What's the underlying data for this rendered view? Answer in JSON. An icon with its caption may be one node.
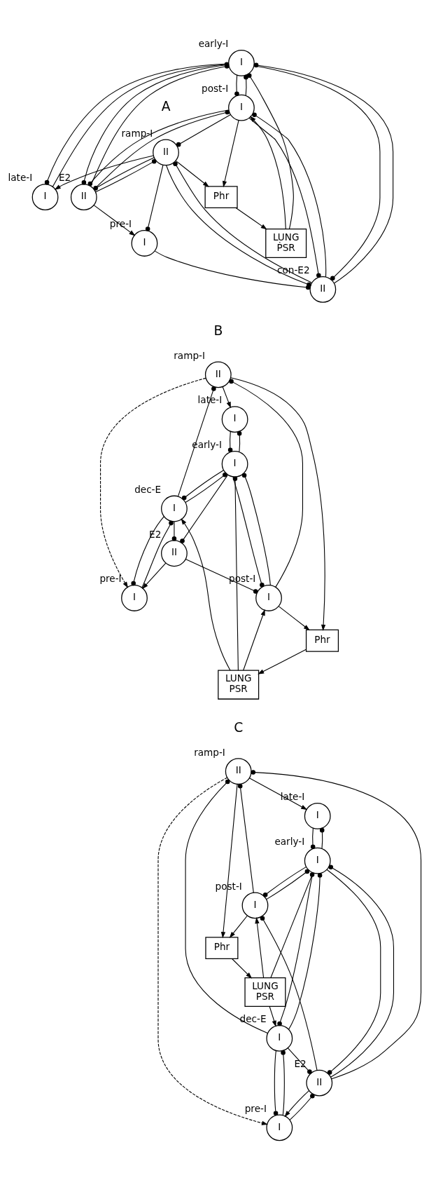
{
  "diagram": {
    "nodes": [
      {
        "text": [
          "I"
        ],
        "beside": [
          "early-I"
        ]
      },
      {
        "text": [
          "II"
        ],
        "beside": [
          "ramp-I"
        ]
      },
      {
        "text": [
          "I"
        ],
        "beside": [
          "late-I"
        ]
      },
      {
        "text": [
          "I"
        ],
        "beside": [
          "pre-I"
        ]
      },
      {
        "text": [
          "I"
        ],
        "beside": [
          "post-I"
        ]
      },
      {
        "text": [
          "II"
        ],
        "beside": [
          "E2"
        ]
      },
      {
        "text": [
          "II"
        ],
        "beside": [
          "con-E2"
        ]
      },
      {
        "text": [
          "Phr"
        ]
      },
      {
        "text": [
          "LUNG",
          "ṖSR"
        ]
      },
      {
        "text": [
          "I"
        ],
        "beside": [
          "early-I"
        ]
      },
      {
        "text": [
          "II"
        ],
        "beside": [
          "ramp-I"
        ]
      },
      {
        "text": [
          "I"
        ],
        "beside": [
          "late-I"
        ]
      },
      {
        "text": [
          "I"
        ],
        "beside": [
          "pre-I"
        ]
      },
      {
        "text": [
          "I"
        ],
        "beside": [
          "dec-E"
        ]
      },
      {
        "text": [
          "II"
        ],
        "beside": [
          "E2"
        ]
      },
      {
        "text": [
          "I"
        ],
        "beside": [
          "post-I"
        ]
      },
      {
        "text": [
          "Phr"
        ]
      },
      {
        "text": [
          "LUNG",
          "PSR"
        ]
      },
      {
        "text": [
          "I"
        ],
        "beside": [
          "early-I"
        ]
      },
      {
        "text": [
          "II"
        ],
        "beside": [
          "ramp-I"
        ]
      },
      {
        "text": [
          "I"
        ],
        "beside": [
          "late-I"
        ]
      },
      {
        "text": [
          "I"
        ],
        "beside": [
          "pre-I"
        ]
      },
      {
        "text": [
          "I"
        ],
        "beside": [
          "dec-E"
        ]
      },
      {
        "text": [
          "II"
        ],
        "beside": [
          "E2"
        ]
      },
      {
        "text": [
          "I"
        ],
        "beside": [
          "post-I"
        ]
      },
      {
        "text": [
          "Phr"
        ]
      },
      {
        "text": [
          "LUNG",
          "PSR"
        ]
      }
    ],
    "edges": [
      {
        "from": 1,
        "to": 7,
        "arrow": "to"
      },
      {
        "from": 7,
        "to": 8,
        "arrow": "to"
      },
      {
        "from": 8,
        "to": 4,
        "arrow": "to"
      },
      {
        "from": 4,
        "to": 7,
        "arrow": "to"
      },
      {
        "from": 1,
        "to": 2,
        "arrow": "to"
      },
      {
        "from": 5,
        "to": 3,
        "arrow": "to"
      },
      {
        "from": 8,
        "to": 0,
        "arrow": "other"
      },
      {
        "from": 0,
        "to": 2,
        "arrow": "other"
      },
      {
        "from": 2,
        "to": 0,
        "arrow": "other"
      },
      {
        "from": 5,
        "to": 1,
        "arrow": "other"
      },
      {
        "from": 6,
        "to": 1,
        "arrow": "other"
      },
      {
        "from": 4,
        "to": 1,
        "arrow": "other"
      },
      {
        "from": 1,
        "to": 3,
        "arrow": "other"
      },
      {
        "from": 1,
        "to": 5,
        "arrow": "other"
      },
      {
        "from": 1,
        "to": 6,
        "arrow": "other"
      },
      {
        "from": 0,
        "to": 5,
        "arrow": "other"
      },
      {
        "from": 5,
        "to": 0,
        "arrow": "other"
      },
      {
        "from": 0,
        "to": 6,
        "arrow": "other"
      },
      {
        "from": 6,
        "to": 0,
        "arrow": "other"
      },
      {
        "from": 0,
        "to": 4,
        "arrow": "other"
      },
      {
        "from": 4,
        "to": 0,
        "arrow": "other"
      },
      {
        "from": 3,
        "to": 6,
        "arrow": "other"
      },
      {
        "from": 5,
        "to": 4,
        "arrow": "other"
      },
      {
        "from": 4,
        "to": 5,
        "arrow": "other"
      },
      {
        "from": 6,
        "to": 4,
        "arrow": "other"
      },
      {
        "from": 4,
        "to": 6,
        "arrow": "other"
      },
      {
        "from": 10,
        "to": 16,
        "arrow": "to"
      },
      {
        "from": 16,
        "to": 17,
        "arrow": "to"
      },
      {
        "from": 17,
        "to": 13,
        "arrow": "to"
      },
      {
        "from": 17,
        "to": 15,
        "arrow": "to"
      },
      {
        "from": 15,
        "to": 16,
        "arrow": "to"
      },
      {
        "from": 10,
        "to": 11,
        "arrow": "to"
      },
      {
        "from": 14,
        "to": 12,
        "arrow": "to"
      },
      {
        "from": 17,
        "to": 9,
        "arrow": "other"
      },
      {
        "from": 10,
        "to": 12,
        "arrow": "to",
        "style": "dashed"
      },
      {
        "from": 9,
        "to": 11,
        "arrow": "other"
      },
      {
        "from": 11,
        "to": 9,
        "arrow": "other"
      },
      {
        "from": 15,
        "to": 10,
        "arrow": "other"
      },
      {
        "from": 13,
        "to": 10,
        "arrow": "other"
      },
      {
        "from": 9,
        "to": 13,
        "arrow": "other"
      },
      {
        "from": 13,
        "to": 9,
        "arrow": "other"
      },
      {
        "from": 9,
        "to": 14,
        "arrow": "other"
      },
      {
        "from": 9,
        "to": 15,
        "arrow": "other"
      },
      {
        "from": 15,
        "to": 9,
        "arrow": "other"
      },
      {
        "from": 12,
        "to": 13,
        "arrow": "other"
      },
      {
        "from": 13,
        "to": 12,
        "arrow": "other"
      },
      {
        "from": 13,
        "to": 14,
        "arrow": "other"
      },
      {
        "from": 14,
        "to": 15,
        "arrow": "other"
      },
      {
        "from": 19,
        "to": 25,
        "arrow": "to"
      },
      {
        "from": 25,
        "to": 26,
        "arrow": "to"
      },
      {
        "from": 26,
        "to": 22,
        "arrow": "to"
      },
      {
        "from": 26,
        "to": 24,
        "arrow": "to"
      },
      {
        "from": 24,
        "to": 25,
        "arrow": "to"
      },
      {
        "from": 19,
        "to": 20,
        "arrow": "to"
      },
      {
        "from": 23,
        "to": 21,
        "arrow": "to"
      },
      {
        "from": 26,
        "to": 18,
        "arrow": "other"
      },
      {
        "from": 19,
        "to": 21,
        "arrow": "to",
        "style": "dashed"
      },
      {
        "from": 18,
        "to": 20,
        "arrow": "other"
      },
      {
        "from": 20,
        "to": 18,
        "arrow": "other"
      },
      {
        "from": 24,
        "to": 19,
        "arrow": "other"
      },
      {
        "from": 22,
        "to": 19,
        "arrow": "other"
      },
      {
        "from": 23,
        "to": 19,
        "arrow": "other"
      },
      {
        "from": 18,
        "to": 22,
        "arrow": "other"
      },
      {
        "from": 22,
        "to": 18,
        "arrow": "other"
      },
      {
        "from": 18,
        "to": 23,
        "arrow": "other"
      },
      {
        "from": 23,
        "to": 18,
        "arrow": "other"
      },
      {
        "from": 18,
        "to": 24,
        "arrow": "other"
      },
      {
        "from": 24,
        "to": 18,
        "arrow": "other"
      },
      {
        "from": 21,
        "to": 22,
        "arrow": "other"
      },
      {
        "from": 22,
        "to": 21,
        "arrow": "other"
      },
      {
        "from": 21,
        "to": 23,
        "arrow": "other"
      },
      {
        "from": 22,
        "to": 23,
        "arrow": "other"
      },
      {
        "from": 23,
        "to": 24,
        "arrow": "other"
      }
    ],
    "labels": [
      "A",
      "B",
      "C"
    ]
  }
}
